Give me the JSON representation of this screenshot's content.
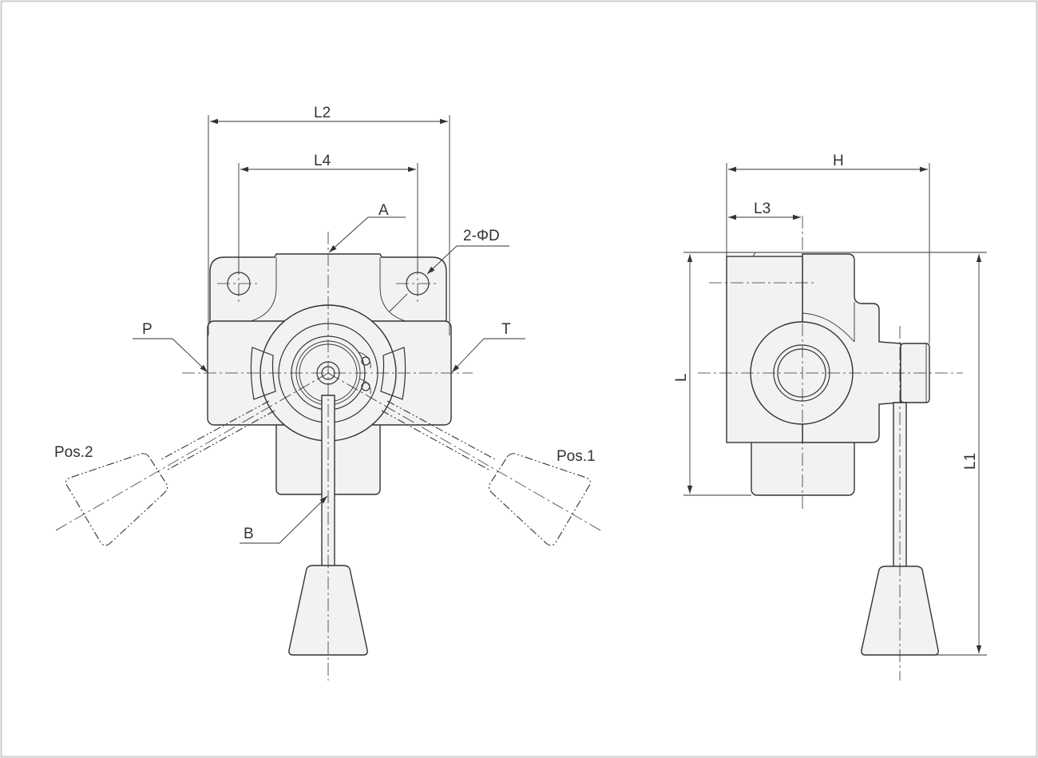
{
  "labels": {
    "l2": "L2",
    "l4": "L4",
    "a": "A",
    "d": "2-ΦD",
    "p": "P",
    "t": "T",
    "b": "B",
    "pos1": "Pos.1",
    "pos2": "Pos.2",
    "h": "H",
    "l3": "L3",
    "l": "L",
    "l1": "L1"
  },
  "colors": {
    "line": "#333333",
    "fill": "#f2f2f2",
    "frame": "#cccccc"
  }
}
